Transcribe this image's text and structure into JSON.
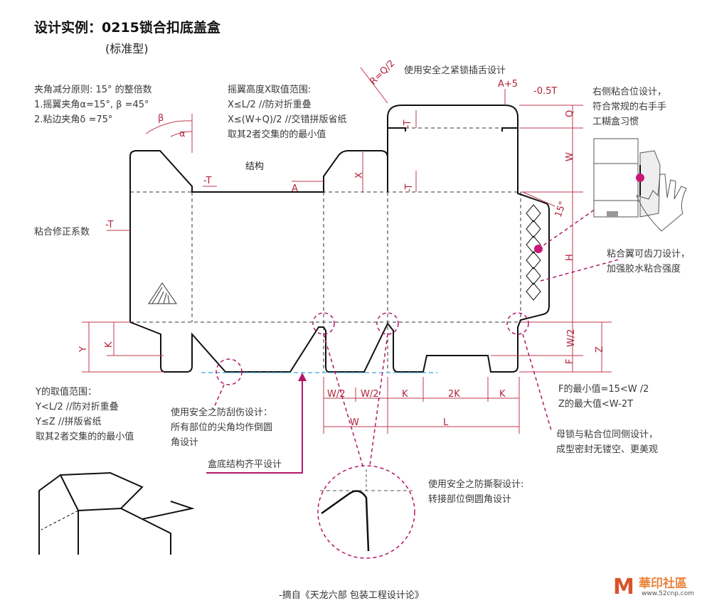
{
  "title": "设计实例：0215锁合扣底盖盒",
  "subtitle": "(标准型)",
  "notes": {
    "angle": [
      "夹角减分原则: 15° 的整倍数",
      "1.摇翼夹角α=15°, β =45°",
      "2.粘边夹角δ =75°"
    ],
    "x_range": [
      "摇翼高度X取值范围:",
      "X≤L/2             //防对折重叠",
      "X≤(W+Q)/2  //交错拼版省纸",
      "取其2者交集的的最小值"
    ],
    "tuck": "使用安全之紧锁插舌设计",
    "right_glue": [
      "右侧粘合位设计，",
      "符合常规的右手手",
      "工糊盒习惯"
    ],
    "glue_correction": "粘合修正系数",
    "serrated": [
      "粘合翼可齿刀设计，",
      "加强胶水粘合强度"
    ],
    "y_range": [
      "Y的取值范围：",
      "Y<L/2     //防对折重叠",
      "Y≤Z       //拼版省纸",
      "取其2者交集的的最小值"
    ],
    "scratch": [
      "使用安全之防刮伤设计：",
      "所有部位的尖角均作倒圆",
      "角设计"
    ],
    "flat_bottom": "盒底结构齐平设计",
    "fz": [
      "F的最小值=15<W /2",
      "Z的最大值<W-2T"
    ],
    "lock": [
      "母锁与粘合位同侧设计，",
      "成型密封无镂空、更美观"
    ],
    "tear": [
      "使用安全之防撕裂设计:",
      "转接部位倒圆角设计"
    ],
    "structure": "结构"
  },
  "dims": {
    "r": "R=Q/2",
    "a5": "A+5",
    "half_t": "-0.5T",
    "q": "Q",
    "w": "W",
    "h": "H",
    "w2": "W/2",
    "f": "F",
    "z": "Z",
    "t": "-T",
    "a": "A",
    "x": "X",
    "k": "K",
    "y": "Y",
    "deg15": "15°",
    "alpha": "α",
    "beta": "β",
    "bottom": [
      "W/2",
      "W/2",
      "K",
      "2K",
      "K"
    ],
    "bw": "W",
    "bl": "L"
  },
  "footer": "-摘自《天龙六部 包装工程设计论》",
  "watermark": {
    "name": "華印社區",
    "url": "www.52cnp.com"
  },
  "colors": {
    "dimension": "#b0233a",
    "callout": "#b3176b",
    "cut": "#111111"
  }
}
